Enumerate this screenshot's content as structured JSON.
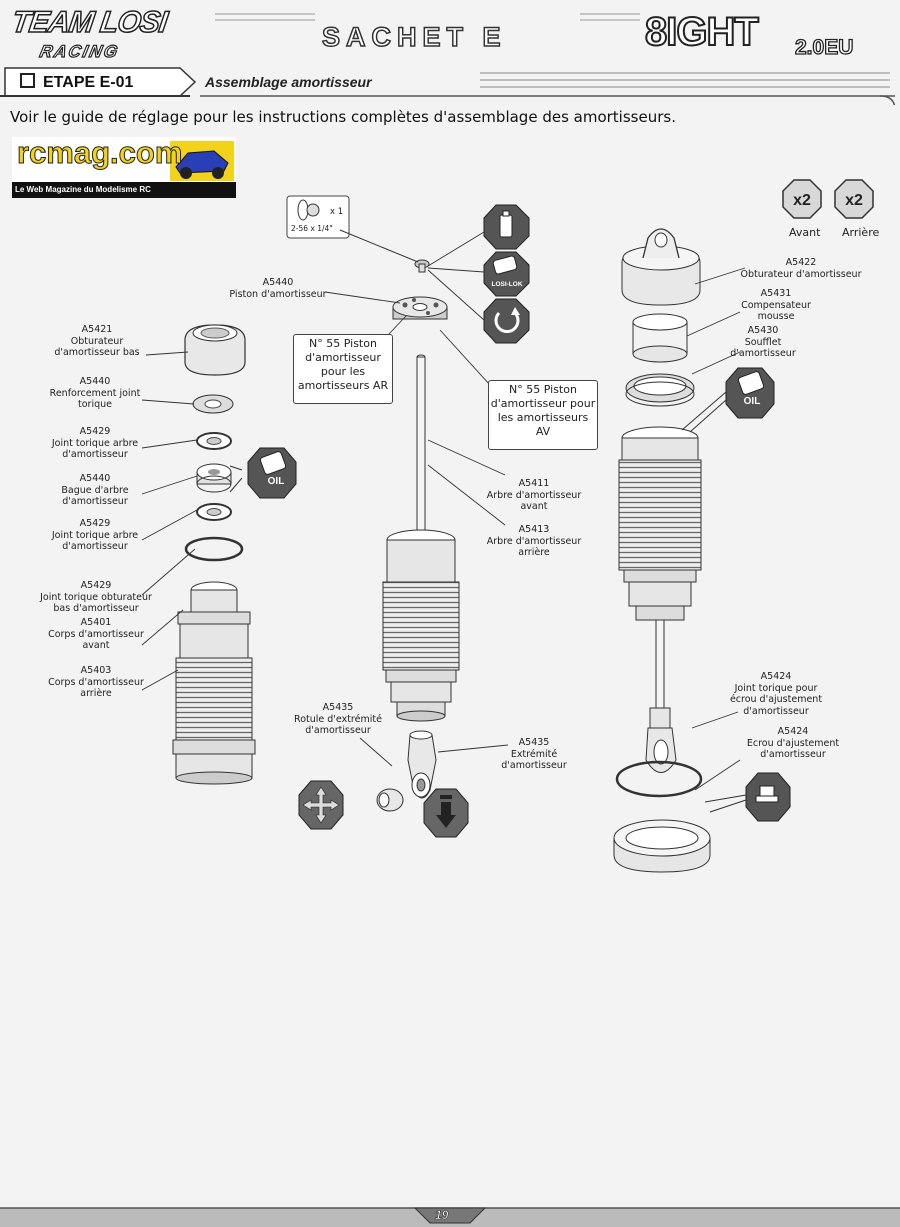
{
  "header": {
    "brand_top": "TEAM LOSI",
    "brand_bottom": "RACING",
    "bag_title": "SACHET E",
    "model_main": "8IGHT",
    "model_sub": "2.0EU"
  },
  "step": {
    "title": "ETAPE E-01",
    "subtitle": "Assemblage amortisseur"
  },
  "intro": "Voir le guide de réglage pour les instructions complètes d'assemblage des amortisseurs.",
  "watermark": {
    "name": "rcmag.com",
    "tagline": "Le Web Magazine du Modelisme RC"
  },
  "hardware": {
    "count": "x 1",
    "size": "2-56 x 1/4\"",
    "loctite": "LOSI-LOK"
  },
  "quantities": [
    {
      "badge": "x2",
      "label": "Avant"
    },
    {
      "badge": "x2",
      "label": "Arrière"
    }
  ],
  "oil_label": "OIL",
  "labels": {
    "a5421": "A5421\nObturateur\nd'amortisseur bas",
    "a5440_ring": "A5440\nRenforcement joint\ntorique",
    "a5429_shaft1": "A5429\nJoint torique arbre\nd'amortisseur",
    "a5440_bushing": "A5440\nBague d'arbre\nd'amortisseur",
    "a5429_shaft2": "A5429\nJoint torique arbre\nd'amortisseur",
    "a5429_cap": "A5429\nJoint torique obturateur\nbas d'amortisseur",
    "a5401": "A5401\nCorps d'amortisseur\navant",
    "a5403": "A5403\nCorps d'amortisseur\narrière",
    "a5440_piston": "A5440\nPiston d'amortisseur",
    "a5411": "A5411\nArbre d'amortisseur\navant",
    "a5413": "A5413\nArbre d'amortisseur\narrière",
    "a5435_rod": "A5435\nRotule d'extrémité\nd'amortisseur",
    "a5435_end": "A5435\nExtrémité\nd'amortisseur",
    "a5422": "A5422\nObturateur d'amortisseur",
    "a5431": "A5431\nCompensateur\nmousse",
    "a5430": "A5430\nSoufflet\nd'amortisseur",
    "a5424_oring": "A5424\nJoint torique pour\nécrou d'ajustement\nd'amortisseur",
    "a5424_nut": "A5424\nEcrou d'ajustement\nd'amortisseur"
  },
  "callouts": {
    "rear": "N° 55 Piston\nd'amortisseur\npour les\namortisseurs AR",
    "front": "N° 55 Piston\nd'amortisseur pour\nles amortisseurs\nAV"
  },
  "page_number": "19"
}
